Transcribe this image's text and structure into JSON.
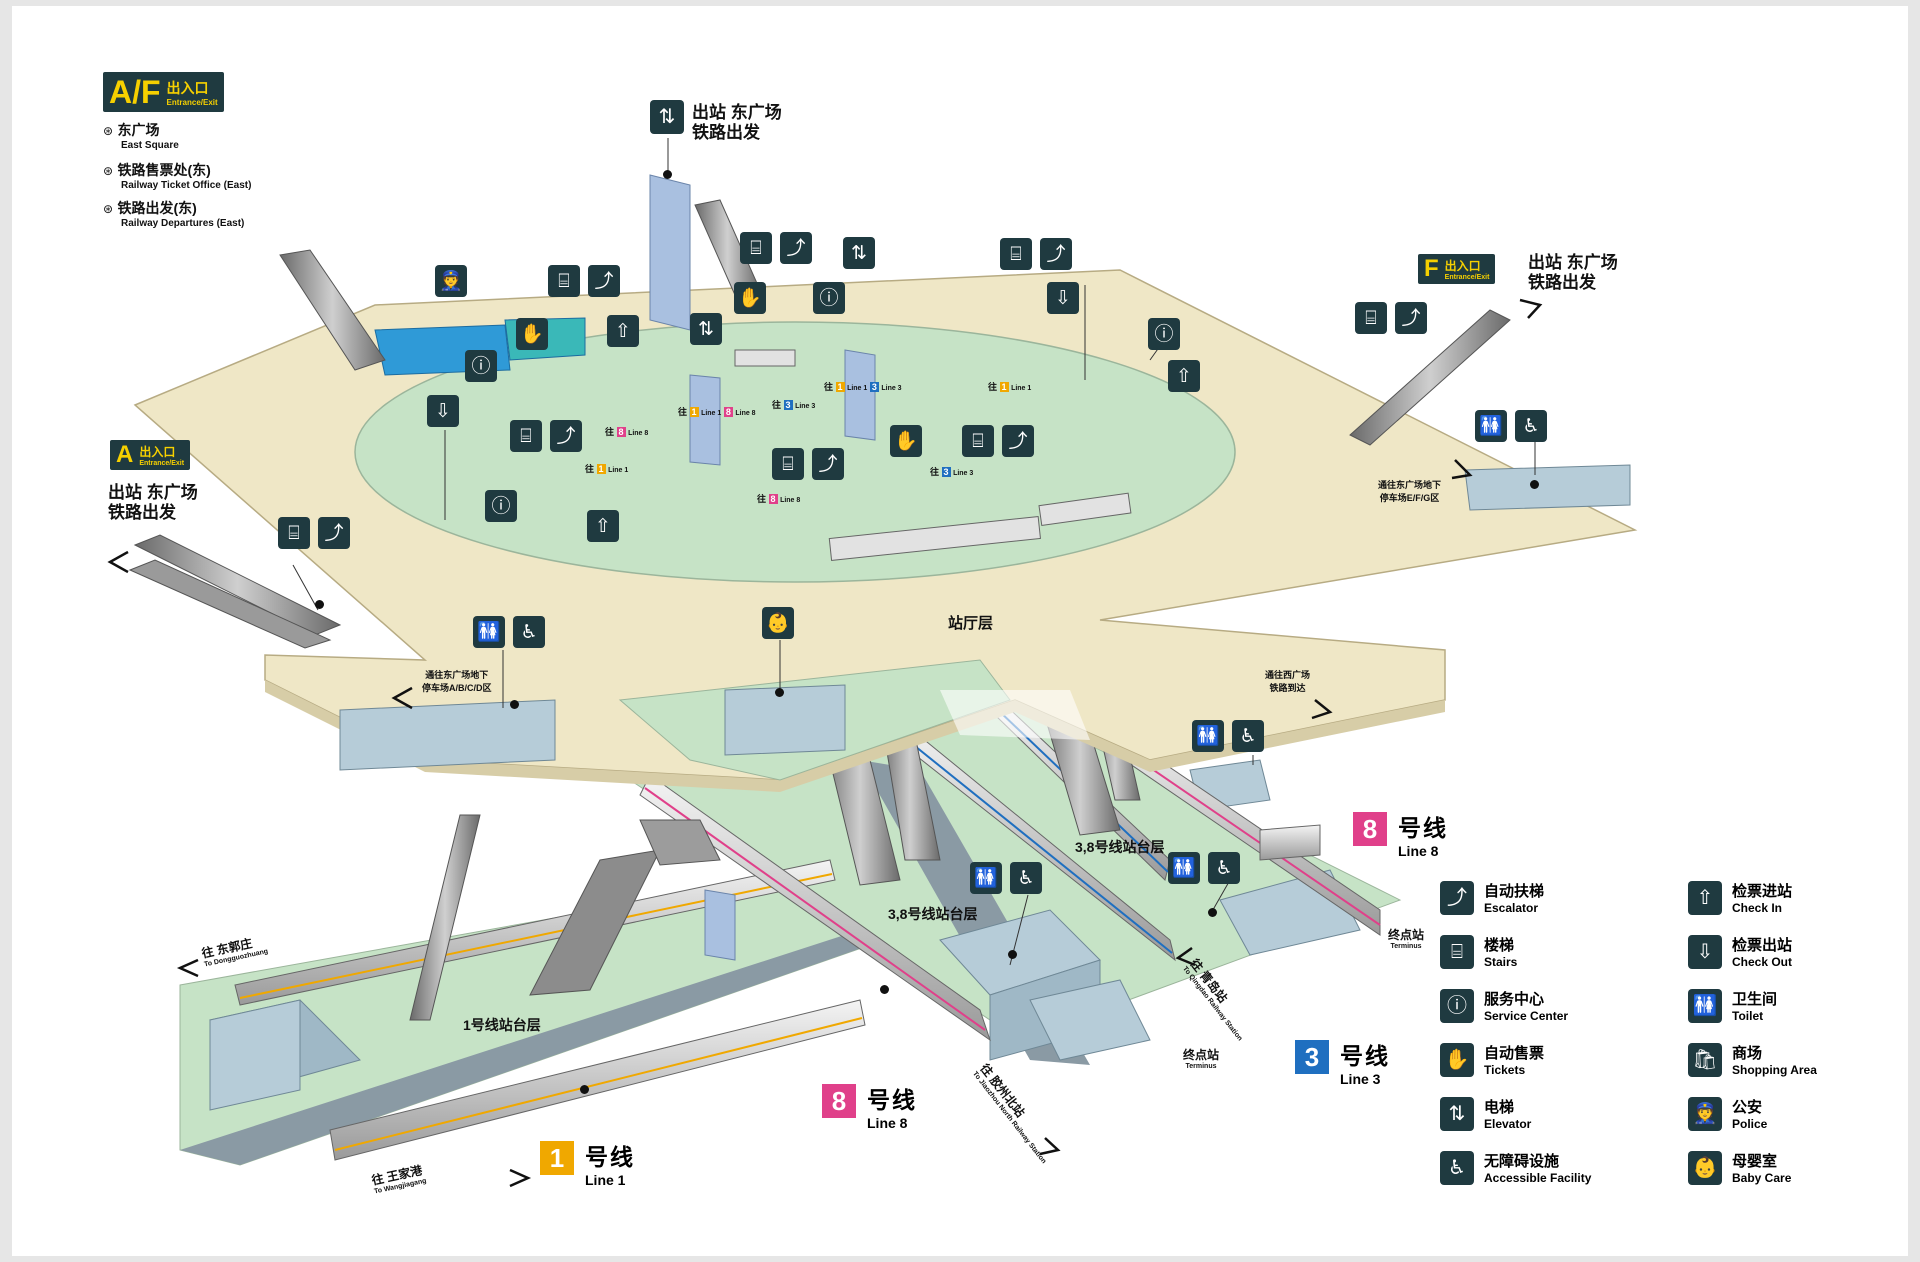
{
  "entrance_af": {
    "letters": "A/F",
    "zh": "出入口",
    "en": "Entrance/Exit"
  },
  "af_destinations": [
    {
      "zh": "东广场",
      "en": "East Square"
    },
    {
      "zh": "铁路售票处(东)",
      "en": "Railway Ticket Office (East)"
    },
    {
      "zh": "铁路出发(东)",
      "en": "Railway Departures (East)"
    }
  ],
  "top_center_exit": {
    "line1": "出站 东广场",
    "line2": "铁路出发"
  },
  "entrance_f": {
    "letter": "F",
    "zh": "出入口",
    "en": "Entrance/Exit",
    "line1": "出站 东广场",
    "line2": "铁路出发"
  },
  "entrance_a": {
    "letter": "A",
    "zh": "出入口",
    "en": "Entrance/Exit",
    "line1": "出站 东广场",
    "line2": "铁路出发"
  },
  "concourse_label": "站厅层",
  "parking_abcd": {
    "line1": "通往东广场地下",
    "line2": "停车场A/B/C/D区"
  },
  "parking_efg": {
    "line1": "通往东广场地下",
    "line2": "停车场E/F/G区"
  },
  "west_square": {
    "line1": "通往西广场",
    "line2": "铁路到达"
  },
  "gate_labels": {
    "to": "往",
    "line1": "Line 1",
    "line3": "Line 3",
    "line8": "Line 8"
  },
  "platforms": {
    "p1": "1号线站台层",
    "p38a": "3,8号线站台层",
    "p38b": "3,8号线站台层"
  },
  "terminus": {
    "zh": "终点站",
    "en": "Terminus"
  },
  "directions": {
    "dongguozhuang": {
      "zh": "往 东郭庄",
      "en": "To Dongguozhuang"
    },
    "wangjiagang": {
      "zh": "往 王家港",
      "en": "To Wangjiagang"
    },
    "jiaozhoubei": {
      "zh": "往 胶州北站",
      "en": "To Jiaozhou North Railway Station"
    },
    "qingdaobei": {
      "zh": "往 青岛站",
      "en": "To Qingdao Railway Station"
    }
  },
  "lines": [
    {
      "num": "1",
      "zh": "号线",
      "en": "Line 1",
      "color": "#f0a800"
    },
    {
      "num": "8",
      "zh": "号线",
      "en": "Line 8",
      "color": "#e0408a"
    },
    {
      "num": "3",
      "zh": "号线",
      "en": "Line  3",
      "color": "#1f6fc0"
    },
    {
      "num": "8",
      "zh": "号线",
      "en": "Line 8",
      "color": "#e0408a"
    }
  ],
  "legend": [
    {
      "icon": "escalator-icon",
      "glyph": "⤴",
      "zh": "自动扶梯",
      "en": "Escalator"
    },
    {
      "icon": "stairs-icon",
      "glyph": "⌸",
      "zh": "楼梯",
      "en": "Stairs"
    },
    {
      "icon": "service-center-icon",
      "glyph": "ⓘ",
      "zh": "服务中心",
      "en": "Service Center"
    },
    {
      "icon": "tickets-icon",
      "glyph": "✋",
      "zh": "自动售票",
      "en": "Tickets"
    },
    {
      "icon": "elevator-icon",
      "glyph": "⇅",
      "zh": "电梯",
      "en": "Elevator"
    },
    {
      "icon": "accessible-icon",
      "glyph": "♿",
      "zh": "无障碍设施",
      "en": "Accessible Facility"
    },
    {
      "icon": "check-in-icon",
      "glyph": "⇧",
      "zh": "检票进站",
      "en": "Check In"
    },
    {
      "icon": "check-out-icon",
      "glyph": "⇩",
      "zh": "检票出站",
      "en": "Check Out"
    },
    {
      "icon": "toilet-icon",
      "glyph": "🚻",
      "zh": "卫生间",
      "en": "Toilet"
    },
    {
      "icon": "shopping-icon",
      "glyph": "🛍",
      "zh": "商场",
      "en": "Shopping Area"
    },
    {
      "icon": "police-icon",
      "glyph": "👮",
      "zh": "公安",
      "en": "Police"
    },
    {
      "icon": "baby-care-icon",
      "glyph": "👶",
      "zh": "母婴室",
      "en": "Baby Care"
    }
  ],
  "colors": {
    "concourse": "#efe7c6",
    "paid_area": "#c6e3c6",
    "platform": "#c6e3c6",
    "block": "#b6ccd8",
    "icon_bg": "#1f3a40",
    "sign_text": "#f6d000"
  }
}
